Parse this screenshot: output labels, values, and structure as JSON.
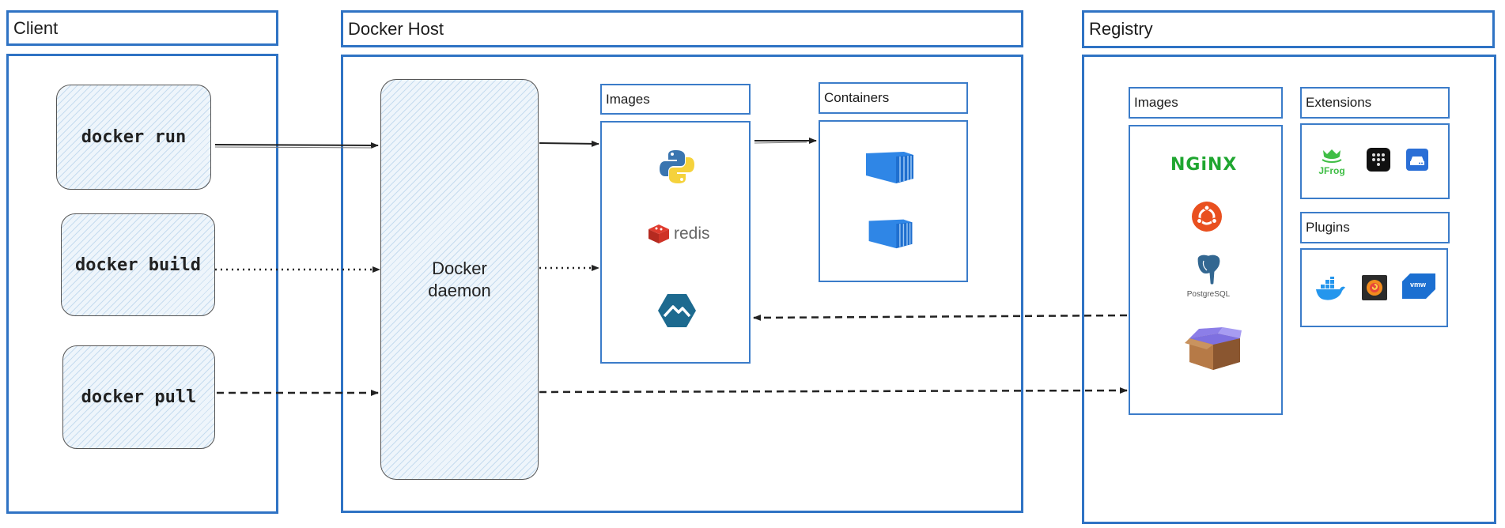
{
  "sections": {
    "client": {
      "title": "Client"
    },
    "host": {
      "title": "Docker Host"
    },
    "registry": {
      "title": "Registry"
    }
  },
  "client": {
    "commands": [
      {
        "label": "docker run",
        "arrow_style": "solid"
      },
      {
        "label": "docker build",
        "arrow_style": "dotted"
      },
      {
        "label": "docker pull",
        "arrow_style": "dashed"
      }
    ]
  },
  "host": {
    "daemon": {
      "line1": "Docker",
      "line2": "daemon"
    },
    "images": {
      "title": "Images",
      "items": [
        {
          "icon": "python-icon"
        },
        {
          "icon": "redis-icon",
          "label": "redis"
        },
        {
          "icon": "alpine-icon"
        }
      ]
    },
    "containers": {
      "title": "Containers",
      "items": [
        {
          "icon": "container-icon"
        },
        {
          "icon": "container-icon"
        }
      ]
    }
  },
  "registry": {
    "images": {
      "title": "Images",
      "items": [
        {
          "icon": "nginx-icon",
          "label": "NGiNX"
        },
        {
          "icon": "ubuntu-icon"
        },
        {
          "icon": "postgresql-icon",
          "label": "PostgreSQL"
        },
        {
          "icon": "box-icon"
        }
      ]
    },
    "extensions": {
      "title": "Extensions",
      "items": [
        {
          "icon": "jfrog-icon",
          "label": "JFrog"
        },
        {
          "icon": "grid-app-icon"
        },
        {
          "icon": "disk-icon"
        }
      ]
    },
    "plugins": {
      "title": "Plugins",
      "items": [
        {
          "icon": "docker-whale-icon"
        },
        {
          "icon": "grafana-icon"
        },
        {
          "icon": "vmware-icon",
          "label": "vmw"
        }
      ]
    }
  },
  "colors": {
    "box_border": "#2f73c4",
    "hatch_fill": "#eef5fb",
    "arrow": "#222222"
  }
}
